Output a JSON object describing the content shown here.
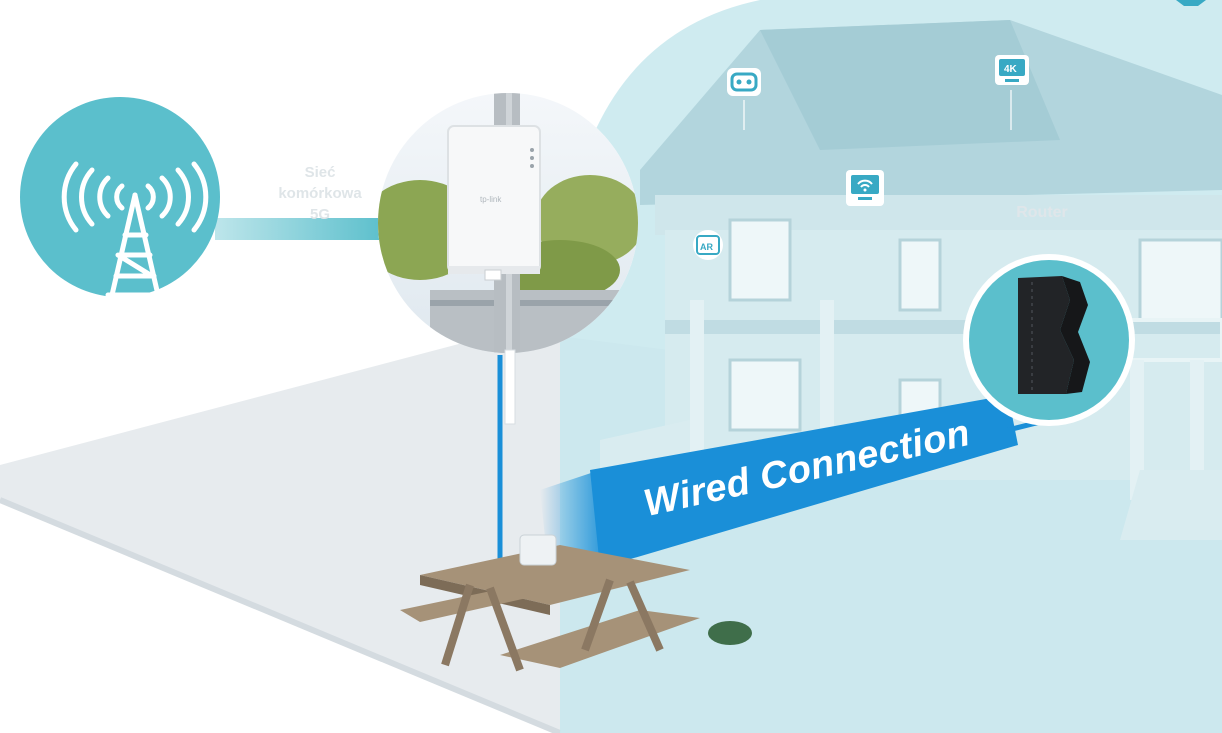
{
  "network_label": {
    "line1": "Sieć",
    "line2": "komórkowa",
    "line3": "5G"
  },
  "router_label": "Router",
  "connection_label": "Wired Connection",
  "device_icons": [
    "vr-headset-icon",
    "4k-tv-icon",
    "wifi-monitor-icon",
    "ar-icon",
    "device-icon"
  ],
  "colors": {
    "teal": "#5bbfcc",
    "wire_blue": "#1a8fd8",
    "dome": "#c6e6ec",
    "ground": "#e8ecef"
  }
}
